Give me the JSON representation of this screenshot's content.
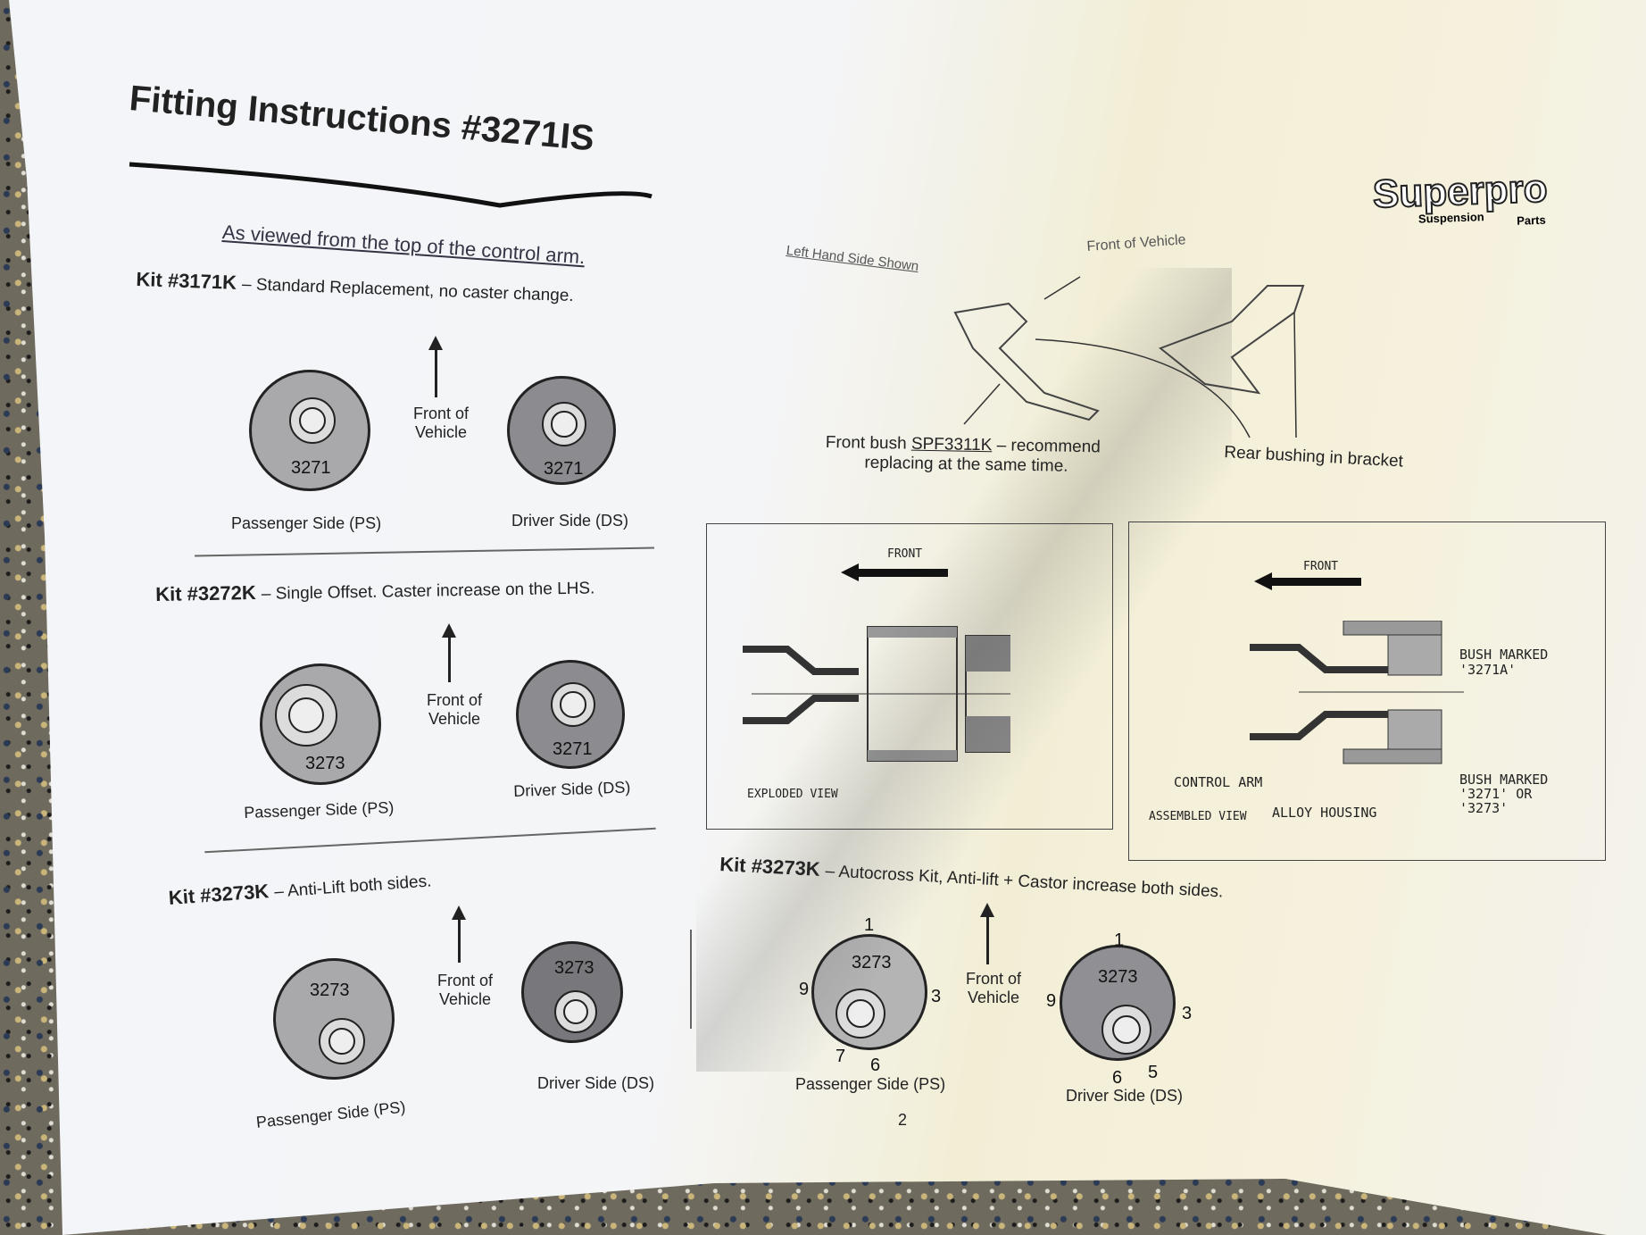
{
  "title": "Fitting Instructions #3271IS",
  "subtitle": "As viewed from the top of the control arm.",
  "logo": {
    "brand": "Superpro",
    "line1": "Suspension",
    "line2": "Parts"
  },
  "front_of_vehicle": "Front of Vehicle",
  "kits": [
    {
      "heading": "Kit #3171K",
      "desc": "– Standard Replacement, no caster change.",
      "ps_label": "Passenger Side (PS)",
      "ds_label": "Driver Side (DS)",
      "ps_number": "3271",
      "ds_number": "3271"
    },
    {
      "heading": "Kit #3272K",
      "desc": "– Single Offset. Caster increase on the LHS.",
      "ps_label": "Passenger Side (PS)",
      "ds_label": "Driver Side (DS)",
      "ps_number": "3273",
      "ds_number": "3271"
    },
    {
      "heading": "Kit #3273K",
      "desc": "– Anti-Lift both sides.",
      "ps_label": "Passenger Side (PS)",
      "ds_label": "Driver Side (DS)",
      "ps_number": "3273",
      "ds_number": "3273"
    },
    {
      "heading": "Kit #3273K",
      "desc": "– Autocross Kit, Anti-lift + Castor increase both sides.",
      "ps_label": "Passenger Side (PS)",
      "ds_label": "Driver Side (DS)",
      "ps_number": "3273",
      "ds_number": "3273",
      "ps_positions": [
        "1",
        "3",
        "9",
        "7",
        "6"
      ],
      "ds_positions": [
        "1",
        "3",
        "9",
        "6",
        "5"
      ]
    }
  ],
  "illustration": {
    "side_note": "Left Hand Side Shown",
    "front_note": "Front of Vehicle",
    "front_bush_pre": "Front bush",
    "front_bush_part": "SPF3311K",
    "front_bush_post": "– recommend",
    "front_bush_line2": "replacing at the same time.",
    "rear_note": "Rear bushing in bracket"
  },
  "exploded": {
    "front": "FRONT",
    "caption": "EXPLODED VIEW"
  },
  "assembled": {
    "front": "FRONT",
    "caption": "ASSEMBLED VIEW",
    "bush_a_1": "BUSH MARKED",
    "bush_a_2": "'3271A'",
    "bush_b_1": "BUSH MARKED",
    "bush_b_2": "'3271' OR",
    "bush_b_3": "'3273'",
    "control_arm": "CONTROL ARM",
    "alloy_housing": "ALLOY HOUSING"
  },
  "page_number": "2"
}
